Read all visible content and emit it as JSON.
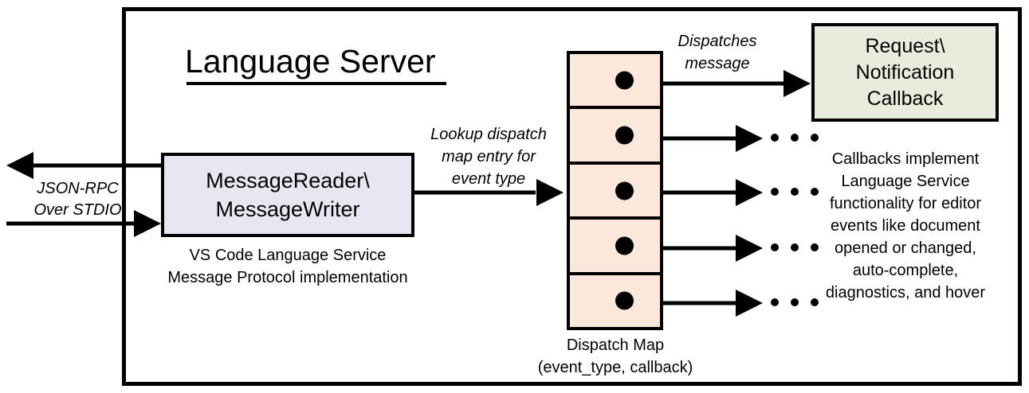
{
  "diagram": {
    "title": "Language Server",
    "container_label": "Language Server"
  },
  "io": {
    "label_line1": "JSON-RPC",
    "label_line2": "Over STDIO",
    "outbound_arrow": "arrow-left",
    "inbound_arrow": "arrow-right"
  },
  "message_box": {
    "line1": "MessageReader\\",
    "line2": "MessageWriter",
    "caption_line1": "VS Code Language Service",
    "caption_line2": "Message Protocol implementation",
    "fill": "#E9E6F1"
  },
  "lookup": {
    "line1": "Lookup dispatch",
    "line2": "map entry for",
    "line3": "event type"
  },
  "dispatch_map": {
    "caption_line1": "Dispatch Map",
    "caption_line2": "(event_type, callback)",
    "fill": "#FBE8DA",
    "rows": [
      {
        "id": "row-1",
        "has_dot": true,
        "target": "callback-box"
      },
      {
        "id": "row-2",
        "has_dot": true,
        "target": "ellipsis"
      },
      {
        "id": "row-3",
        "has_dot": true,
        "target": "ellipsis"
      },
      {
        "id": "row-4",
        "has_dot": true,
        "target": "ellipsis"
      },
      {
        "id": "row-5",
        "has_dot": true,
        "target": "ellipsis"
      }
    ]
  },
  "dispatches": {
    "line1": "Dispatches",
    "line2": "message"
  },
  "callback": {
    "line1": "Request\\",
    "line2": "Notification",
    "line3": "Callback",
    "fill": "#E7EDDC",
    "caption_line1": "Callbacks implement",
    "caption_line2": "Language Service",
    "caption_line3": "functionality for editor",
    "caption_line4": "events like document",
    "caption_line5": "opened or changed,",
    "caption_line6": "auto-complete,",
    "caption_line7": "diagnostics, and hover"
  },
  "colors": {
    "stroke": "#000000",
    "background": "#FFFFFF"
  }
}
